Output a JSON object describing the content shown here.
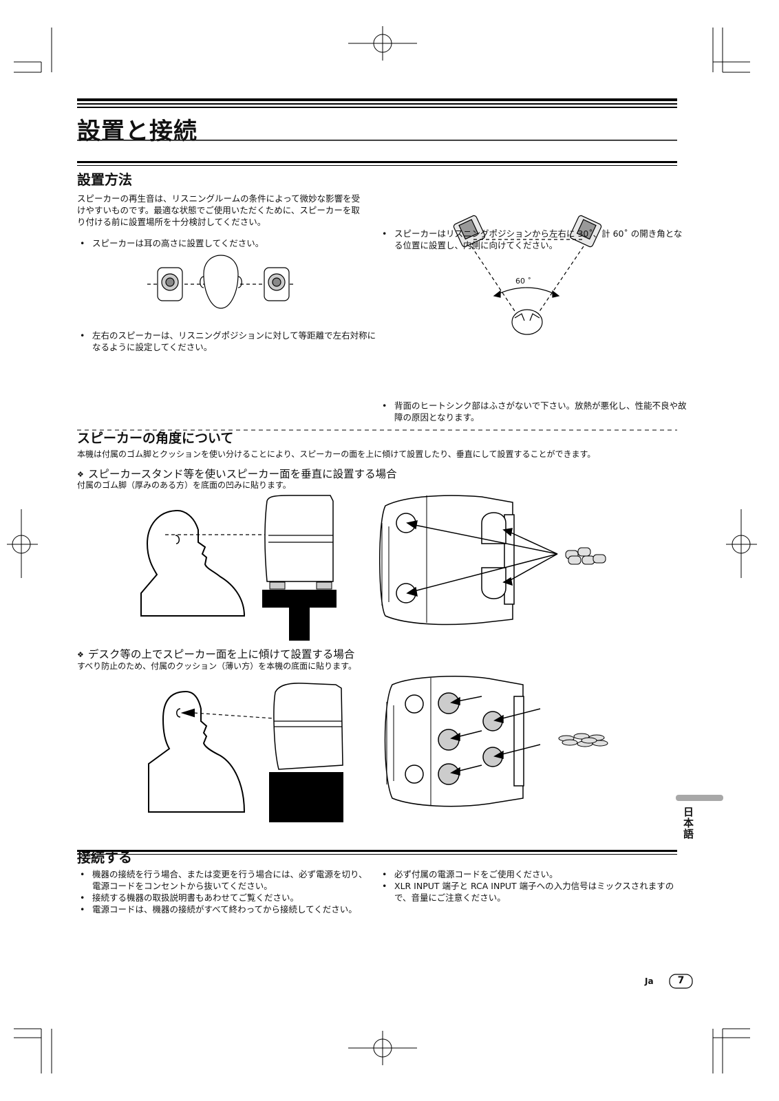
{
  "title": "設置と接続",
  "placement": {
    "heading": "設置方法",
    "intro": "スピーカーの再生音は、リスニングルームの条件によって微妙な影響を受けやすいものです。最適な状態でご使用いただくために、スピーカーを取り付ける前に設置場所を十分検討してください。",
    "bullet_ear": "スピーカーは耳の高さに設置してください。",
    "bullet_symmetric": "左右のスピーカーは、リスニングポジションに対して等距離で左右対称になるように設定してください。",
    "bullet_angle": "スピーカーはリスニングポジションから左右に 30˚、計 60˚ の開き角となる位置に設置し、内側に向けてください。",
    "angle_label": "60 ˚",
    "bullet_heatsink": "背面のヒートシンク部はふさがないで下さい。放熱が悪化し、性能不良や故障の原因となります。"
  },
  "angle_section": {
    "heading": "スピーカーの角度について",
    "intro": "本機は付属のゴム脚とクッションを使い分けることにより、スピーカーの面を上に傾けて設置したり、垂直にして設置することができます。",
    "case1_title": "スピーカースタンド等を使いスピーカー面を垂直に設置する場合",
    "case1_text": "付属のゴム脚（厚みのある方）を底面の凹みに貼ります。",
    "case2_title": "デスク等の上でスピーカー面を上に傾けて設置する場合",
    "case2_text": "すべり防止のため、付属のクッション（薄い方）を本機の底面に貼ります。"
  },
  "connect": {
    "heading": "接続する",
    "left_bullets": [
      "機器の接続を行う場合、または変更を行う場合には、必ず電源を切り、電源コードをコンセントから抜いてください。",
      "接続する機器の取扱説明書もあわせてご覧ください。",
      "電源コードは、機器の接続がすべて終わってから接続してください。"
    ],
    "right_bullets": [
      "必ず付属の電源コードをご使用ください。",
      "XLR INPUT 端子と RCA INPUT 端子への入力信号はミックスされますので、音量にご注意ください。"
    ]
  },
  "side_tab": "日本語",
  "footer": {
    "lang": "Ja",
    "page": "7"
  },
  "colors": {
    "ink": "#111111",
    "gray": "#a8a8a8",
    "light": "#d8d8d8"
  }
}
